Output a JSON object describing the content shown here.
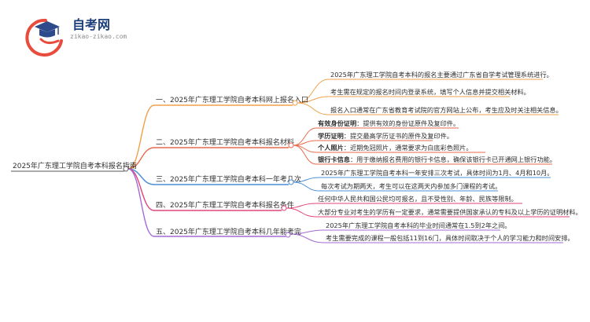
{
  "logo": {
    "title": "自考网",
    "url": "zikao-zikao.com",
    "colors": {
      "cap": "#2d4a8a",
      "swoosh": "#e84c3d",
      "title": "#1d3f7a"
    }
  },
  "root": {
    "label": "2025年广东理工学院自考本科报名指南"
  },
  "branches": [
    {
      "label": "一、2025年广东理工学院自考本科网上报名入口",
      "color": "#f0a04b",
      "children": [
        {
          "text": "2025年广东理工学院自考本科的报名主要通过广东省自学考试管理系统进行。"
        },
        {
          "text": "考生需在规定的报名时间内登录系统，填写个人信息并提交相关材料。"
        },
        {
          "text": "报名入口通常在广东省教育考试院的官方网站上公布，考生应及时关注相关信息。"
        }
      ]
    },
    {
      "label": "二、2025年广东理工学院自考本科报名材料",
      "color": "#e86a4b",
      "children": [
        {
          "bold": "有效身份证明",
          "text": "：提供有效的身份证原件及复印件。"
        },
        {
          "bold": "学历证明",
          "text": "：提交最高学历证书的原件及复印件。"
        },
        {
          "bold": "个人照片",
          "text": "：近期免冠照片，通常要求为白底彩色照片。"
        },
        {
          "bold": "银行卡信息",
          "text": "：用于缴纳报名费用的银行卡信息，确保该银行卡已开通网上银行功能。"
        }
      ]
    },
    {
      "label": "三、2025年广东理工学院自考本科一年考几次",
      "color": "#4a8fd8",
      "children": [
        {
          "text": "2025年广东理工学院自考本科一年安排三次考试，具体时间为1月、4月和10月。"
        },
        {
          "text": "每次考试为期两天，考生可以在这两天内参加多门课程的考试。"
        }
      ]
    },
    {
      "label": "四、2025年广东理工学院自考本科报名条件",
      "color": "#e0457b",
      "children": [
        {
          "text": "任何中华人民共和国公民均可报名，且不受性别、年龄、民族等限制。"
        },
        {
          "text": "大部分专业对考生的学历有一定要求，通常需要提供国家承认的专科及以上学历的证明材料。"
        }
      ]
    },
    {
      "label": "五、2025年广东理工学院自考本科几年能考完",
      "color": "#a36ad6",
      "children": [
        {
          "text": "2025年广东理工学院自考本科的毕业时间通常在1.5到2年之间。"
        },
        {
          "text": "考生需要完成的课程一般包括11到16门，具体时间取决于个人的学习能力和时间安排。"
        }
      ]
    }
  ]
}
